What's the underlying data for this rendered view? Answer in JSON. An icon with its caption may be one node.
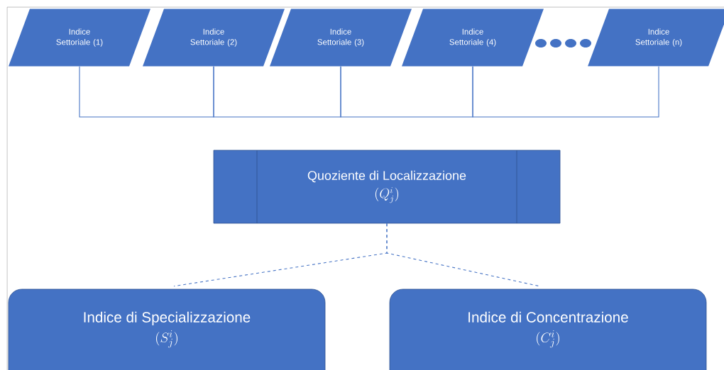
{
  "diagram": {
    "nodes": [
      {
        "text": [
          "Indice Settoriale (1)"
        ]
      },
      {
        "text": [
          "Indice Settoriale (2)"
        ]
      },
      {
        "text": [
          "Indice Settoriale (3)"
        ]
      },
      {
        "text": [
          "Indice Settoriale (4)"
        ]
      },
      {
        "text": [
          "Indice Settoriale (n)"
        ]
      },
      {
        "text": [
          "Quoziente di Localizzazione",
          "(Q_j^i)"
        ]
      },
      {
        "text": [
          "Indice di Specializzazione",
          "(S_j^i)"
        ]
      },
      {
        "text": [
          "Indice di Concentrazione",
          "(C_j^i)"
        ]
      }
    ],
    "edges": [
      {
        "from": 0,
        "to": 1,
        "arrow": "none"
      },
      {
        "from": 1,
        "to": 2,
        "arrow": "none"
      },
      {
        "from": 2,
        "to": 3,
        "arrow": "none"
      },
      {
        "from": 3,
        "to": 4,
        "arrow": "none"
      },
      {
        "from": 5,
        "to": 6,
        "arrow": "none",
        "style": "dashed"
      },
      {
        "from": 5,
        "to": 7,
        "arrow": "none",
        "style": "dashed"
      }
    ]
  }
}
